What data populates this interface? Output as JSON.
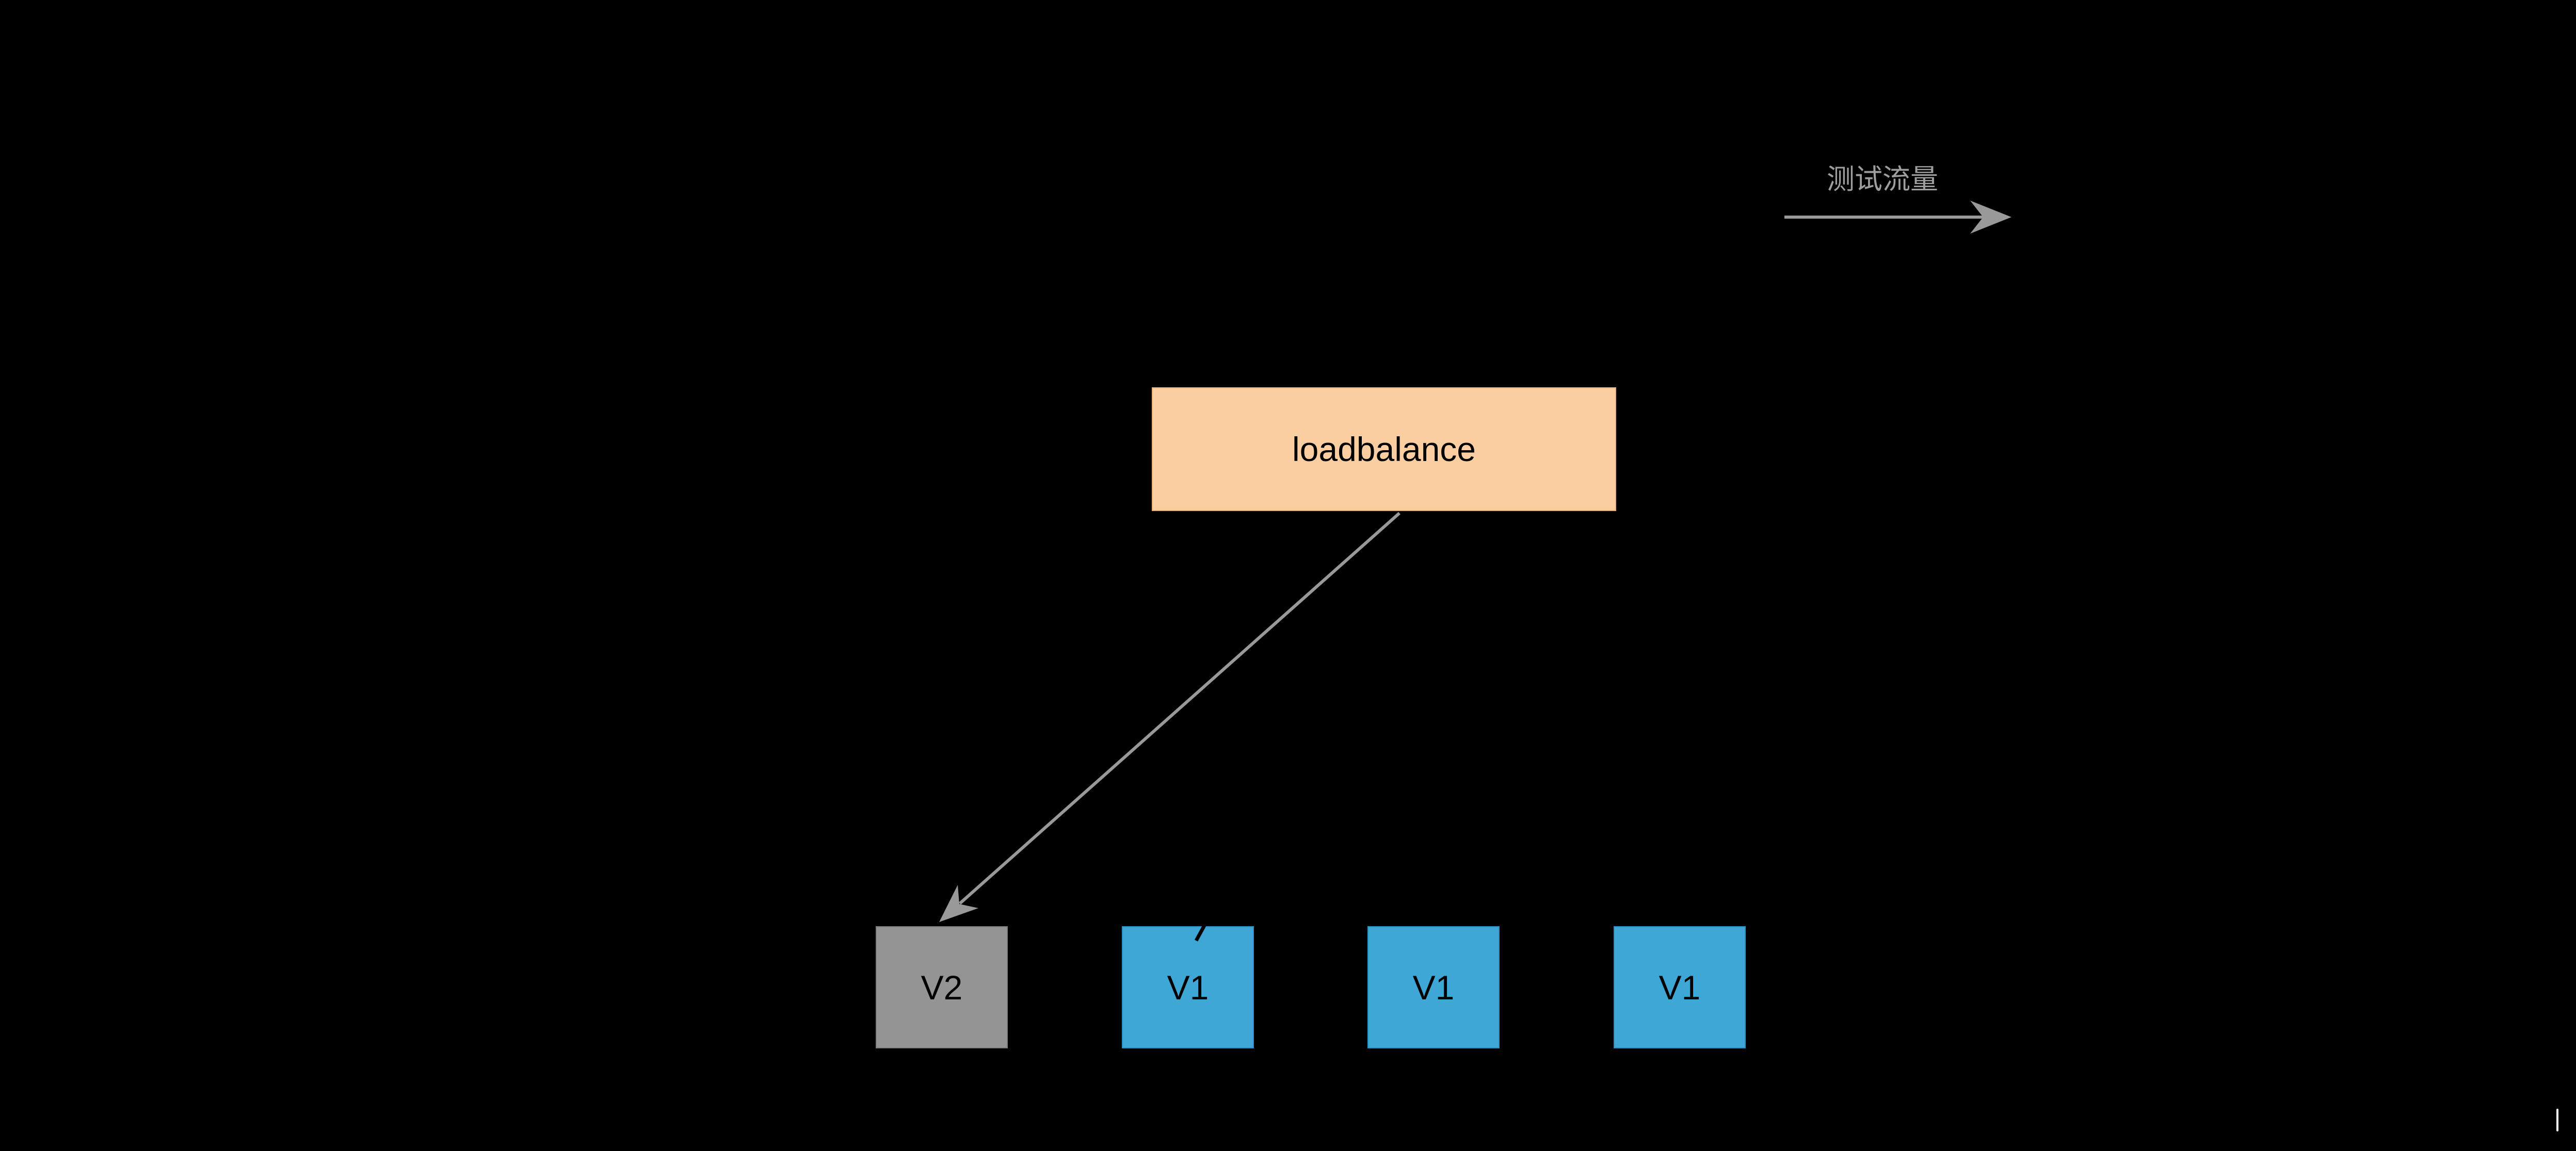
{
  "canvas": {
    "background": "#000000"
  },
  "legend": {
    "label": "测试流量",
    "color": "#9E9E9E",
    "arrow_color": "#999999"
  },
  "nodes": {
    "loadbalancer": {
      "label": "loadbalance",
      "fill": "#FBCEA1",
      "border": "#E9B27C",
      "text_color": "#000000"
    },
    "backends": [
      {
        "label": "V2",
        "fill": "#949494",
        "border": "#7D7D7D",
        "text_color": "#000000"
      },
      {
        "label": "V1",
        "fill": "#3EA7D6",
        "border": "#2E8FC0",
        "text_color": "#000000"
      },
      {
        "label": "V1",
        "fill": "#3EA7D6",
        "border": "#2E8FC0",
        "text_color": "#000000"
      },
      {
        "label": "V1",
        "fill": "#3EA7D6",
        "border": "#2E8FC0",
        "text_color": "#000000"
      }
    ]
  },
  "edges": {
    "lb_to_v2_color": "#999999",
    "artifact_color": "#000000"
  },
  "cursor": {
    "color": "#FFFFFF"
  }
}
